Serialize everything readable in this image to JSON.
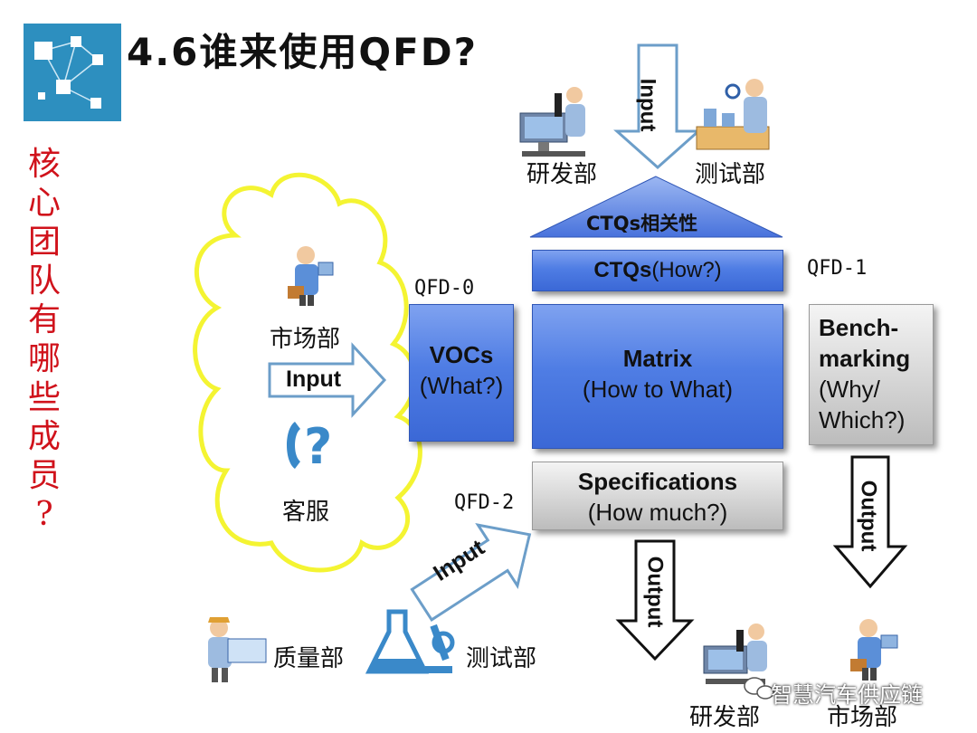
{
  "title": "4.6谁来使用QFD?",
  "side_question": [
    "核",
    "心",
    "团",
    "队",
    "有",
    "哪",
    "些",
    "成",
    "员",
    "?"
  ],
  "departments": {
    "rd_top": "研发部",
    "test_top": "测试部",
    "market_left": "市场部",
    "service_left": "客服",
    "quality_bottom": "质量部",
    "test_bottom": "测试部",
    "rd_bottom": "研发部",
    "market_bottom": "市场部"
  },
  "qfd_labels": {
    "qfd0": "QFD-0",
    "qfd1": "QFD-1",
    "qfd2": "QFD-2"
  },
  "arrows": {
    "input_top": "Input",
    "input_left": "Input",
    "input_bottom": "Input",
    "output_center": "Output",
    "output_right": "Output"
  },
  "boxes": {
    "roof": "CTQs相关性",
    "ctqs_bold": "CTQs",
    "ctqs_rest": "(How?)",
    "vocs_line1": "VOCs",
    "vocs_line2": "(What?)",
    "matrix_line1": "Matrix",
    "matrix_line2": "(How to What)",
    "bench_line1": "Bench-",
    "bench_line2": "marking",
    "bench_line3": "(Why/",
    "bench_line4": "Which?)",
    "spec_line1": "Specifications",
    "spec_line2": "(How much?)"
  },
  "watermark": "智慧汽车供应链",
  "colors": {
    "accent_blue": "#3b68d6",
    "title_red": "#d0121b",
    "cloud_yellow": "#f4f432",
    "arrow_blue": "#6c9ec9"
  }
}
